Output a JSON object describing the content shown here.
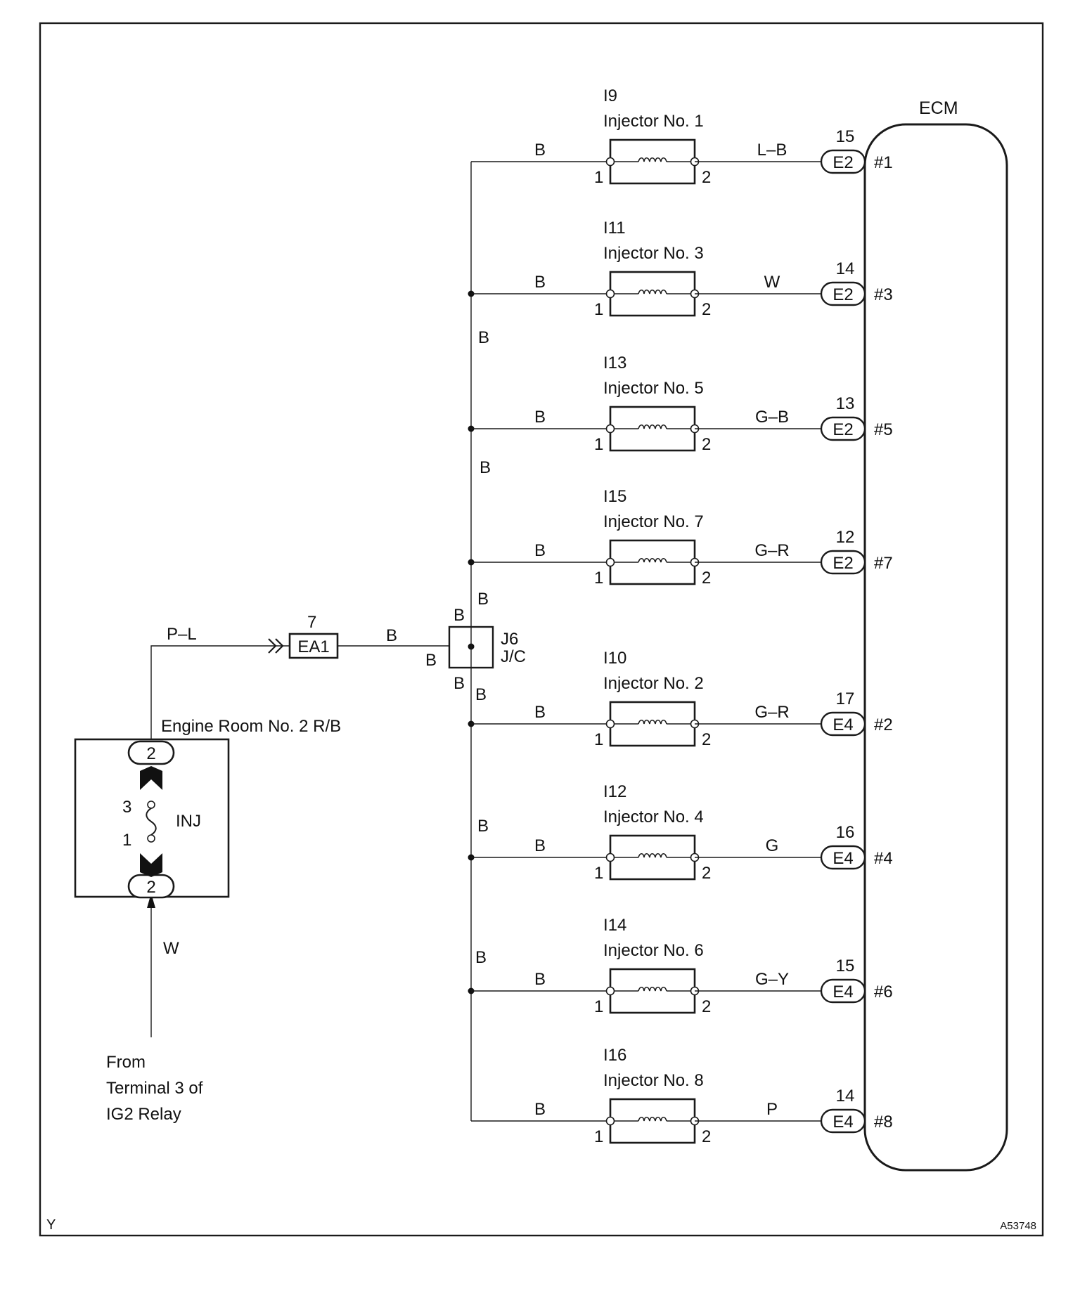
{
  "corner_left": "Y",
  "figure_code": "A53748",
  "ecm": {
    "label": "ECM"
  },
  "relay_box": {
    "label": "Engine Room No. 2 R/B",
    "fuse": "INJ",
    "top_terminal": "2",
    "bottom_terminal": "2",
    "fuse_pin_top": "3",
    "fuse_pin_bottom": "1"
  },
  "supply": {
    "wire_in": "W",
    "wire_out": "P–L",
    "source_lines": [
      "From",
      "Terminal 3 of",
      "IG2 Relay"
    ]
  },
  "connector_ea1": {
    "label": "EA1",
    "pin": "7",
    "wire_out": "B"
  },
  "junction": {
    "id": "J6",
    "type": "J/C",
    "wire_top": "B",
    "wire_left": "B",
    "wire_bottom": "B"
  },
  "bus_labels": [
    "B",
    "B",
    "B",
    "B",
    "B",
    "B"
  ],
  "injectors": [
    {
      "code": "I9",
      "name": "Injector No. 1",
      "pin_in": "1",
      "pin_out": "2",
      "wire_in": "B",
      "wire_out": "L–B",
      "ecm_connector": "E2",
      "ecm_pin": "15",
      "cylinder": "#1"
    },
    {
      "code": "I11",
      "name": "Injector No. 3",
      "pin_in": "1",
      "pin_out": "2",
      "wire_in": "B",
      "wire_out": "W",
      "ecm_connector": "E2",
      "ecm_pin": "14",
      "cylinder": "#3"
    },
    {
      "code": "I13",
      "name": "Injector No. 5",
      "pin_in": "1",
      "pin_out": "2",
      "wire_in": "B",
      "wire_out": "G–B",
      "ecm_connector": "E2",
      "ecm_pin": "13",
      "cylinder": "#5"
    },
    {
      "code": "I15",
      "name": "Injector No. 7",
      "pin_in": "1",
      "pin_out": "2",
      "wire_in": "B",
      "wire_out": "G–R",
      "ecm_connector": "E2",
      "ecm_pin": "12",
      "cylinder": "#7"
    },
    {
      "code": "I10",
      "name": "Injector No. 2",
      "pin_in": "1",
      "pin_out": "2",
      "wire_in": "B",
      "wire_out": "G–R",
      "ecm_connector": "E4",
      "ecm_pin": "17",
      "cylinder": "#2"
    },
    {
      "code": "I12",
      "name": "Injector No. 4",
      "pin_in": "1",
      "pin_out": "2",
      "wire_in": "B",
      "wire_out": "G",
      "ecm_connector": "E4",
      "ecm_pin": "16",
      "cylinder": "#4"
    },
    {
      "code": "I14",
      "name": "Injector No. 6",
      "pin_in": "1",
      "pin_out": "2",
      "wire_in": "B",
      "wire_out": "G–Y",
      "ecm_connector": "E4",
      "ecm_pin": "15",
      "cylinder": "#6"
    },
    {
      "code": "I16",
      "name": "Injector No. 8",
      "pin_in": "1",
      "pin_out": "2",
      "wire_in": "B",
      "wire_out": "P",
      "ecm_connector": "E4",
      "ecm_pin": "14",
      "cylinder": "#8"
    }
  ]
}
